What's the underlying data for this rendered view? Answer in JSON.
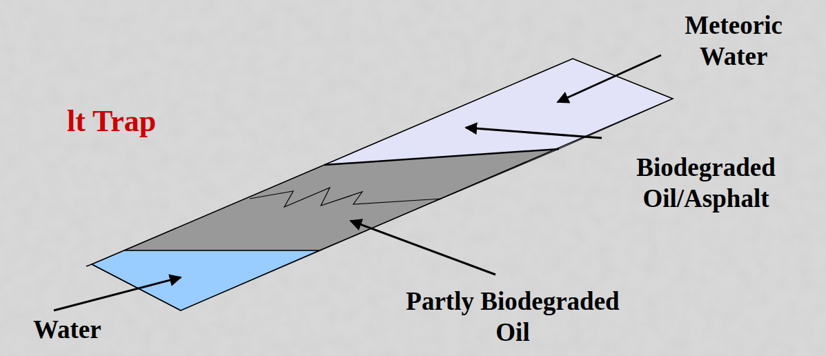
{
  "diagram": {
    "labels": [
      "lt Trap",
      "Meteoric Water",
      "Biodegraded Oil/Asphalt",
      "Partly Biodegraded Oil",
      "Water"
    ]
  }
}
